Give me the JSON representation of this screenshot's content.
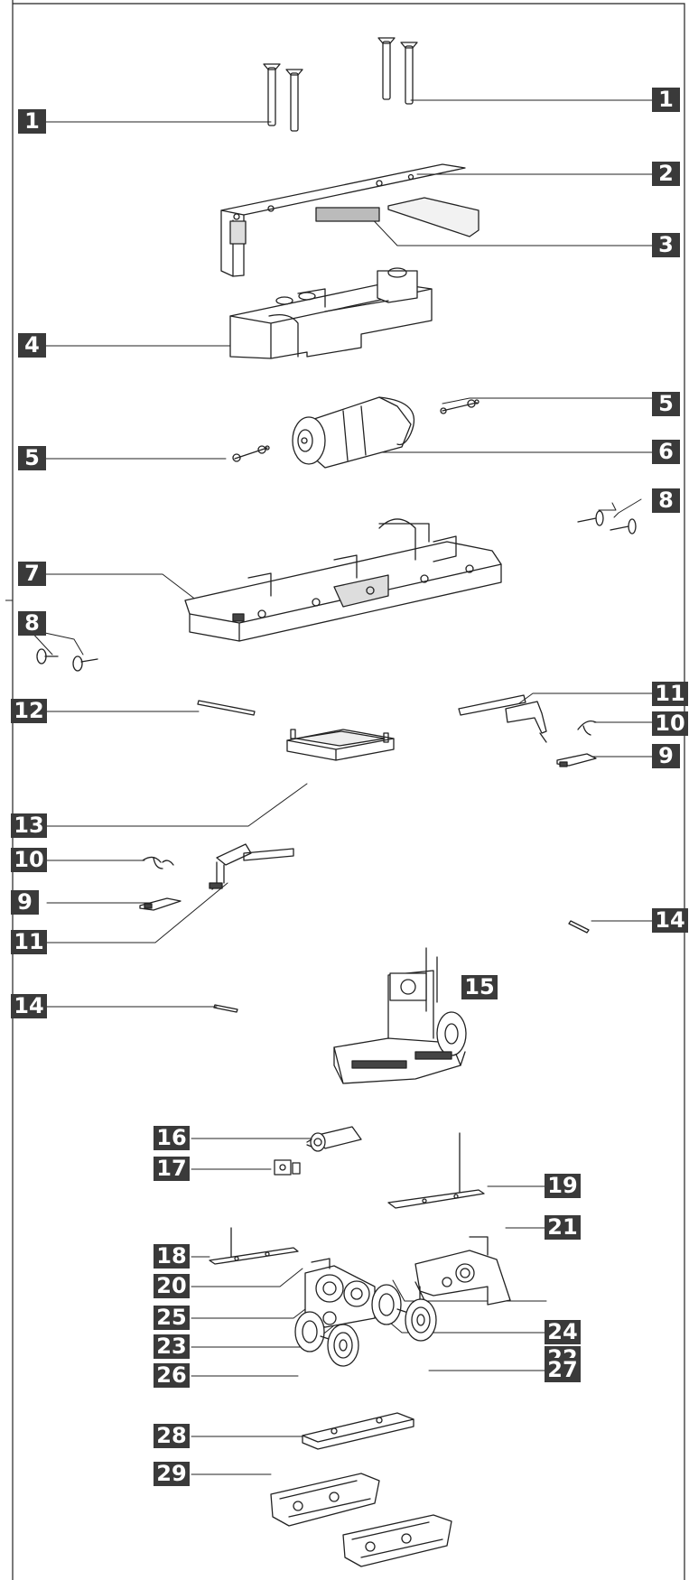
{
  "labels": {
    "l1a": "1",
    "l1b": "1",
    "l2": "2",
    "l3": "3",
    "l4": "4",
    "l5a": "5",
    "l5b": "5",
    "l6": "6",
    "l7": "7",
    "l8a": "8",
    "l8b": "8",
    "l9a": "9",
    "l9b": "9",
    "l10a": "10",
    "l10b": "10",
    "l11a": "11",
    "l11b": "11",
    "l12": "12",
    "l13": "13",
    "l14a": "14",
    "l14b": "14",
    "l15": "15",
    "l16": "16",
    "l17": "17",
    "l18": "18",
    "l19": "19",
    "l20": "20",
    "l21": "21",
    "l22": "22",
    "l23": "23",
    "l24": "24",
    "l25": "25",
    "l26": "26",
    "l27": "27",
    "l28": "28",
    "l29": "29"
  },
  "colors": {
    "label_bg": "#3a3a3a",
    "label_text": "#ffffff",
    "line": "#222222"
  }
}
